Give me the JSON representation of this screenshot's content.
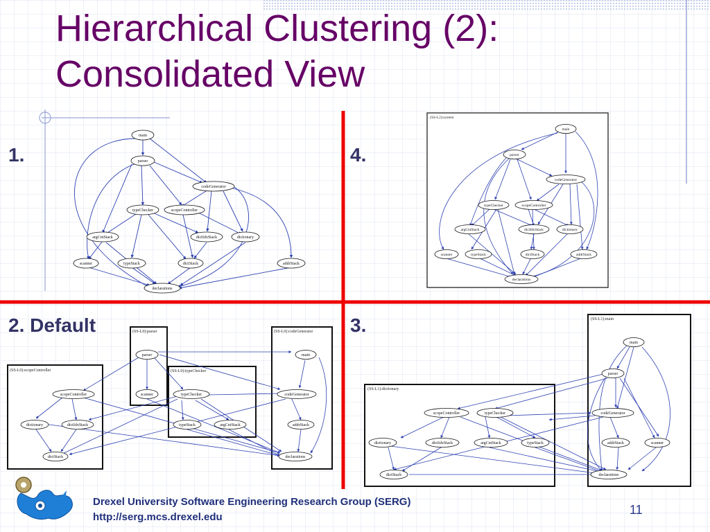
{
  "slide": {
    "title_line1": "Hierarchical Clustering (2):",
    "title_line2": "Consolidated View",
    "page_number": "11"
  },
  "footer": {
    "org": "Drexel University Software Engineering Research Group (SERG)",
    "url": "http://serg.mcs.drexel.edu"
  },
  "quadrants": {
    "q1_label": "1.",
    "q2_label": "2. Default",
    "q3_label": "3.",
    "q4_label": "4."
  },
  "nodes": {
    "main": "main",
    "parser": "parser",
    "codeGenerator": "codeGenerator",
    "typeChecker": "typeChecker",
    "scopeController": "scopeController",
    "argCntStack": "argCntStack",
    "dictIdxStack": "dictIdxStack",
    "dictionary": "dictionary",
    "scanner": "scanner",
    "typeStack": "typeStack",
    "dictStack": "dictStack",
    "addrStack": "addrStack",
    "declarations": "declarations"
  },
  "clusters": {
    "q4_system": "(SS-L2):system",
    "q2_parser": "(SS-L0):parser",
    "q2_codeGenerator": "(SS-L0):codeGenerator",
    "q2_scopeController": "(SS-L0):scopeController",
    "q2_typeChecker": "(SS-L0):typeChecker",
    "q3_main": "(SS-L1):main",
    "q3_dictionary": "(SS-L1):dictionary"
  },
  "colors": {
    "title": "#660066",
    "divider": "#ee0000",
    "edge": "#2c3fb0",
    "label": "#333366",
    "grid": "#dde3f2"
  }
}
